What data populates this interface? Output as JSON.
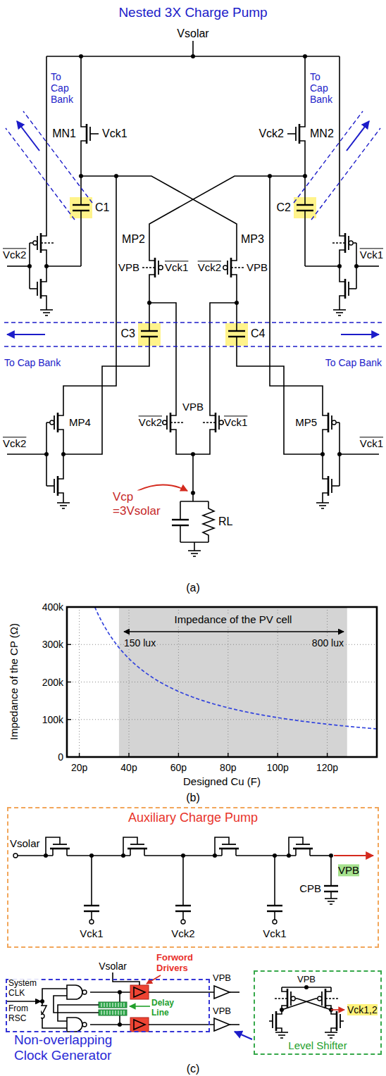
{
  "diagram": {
    "nodes": [
      {
        "text": [
          "Auxiliary Charge Pump"
        ]
      },
      {
        "text": [
          "Non-overlapping Clock Generator"
        ]
      },
      {
        "text": [
          "Level Shifter"
        ]
      }
    ],
    "labels": [
      "Nested 3X Charge Pump",
      "Vsolar",
      "MN1",
      "Vck1",
      "Vck2",
      "MN2",
      "To Cap Bank",
      "To Cap Bank",
      "C1",
      "C2",
      "Vck2",
      "Vck1",
      "MP2",
      "MP3",
      "VPB",
      "Vck1",
      "Vck2",
      "VPB",
      "To Cap Bank",
      "To Cap Bank",
      "C3",
      "C4",
      "MP4",
      "MP5",
      "VPB",
      "Vck2",
      "Vck1",
      "Vck2",
      "Vck1",
      "Vcp =3Vsolar",
      "RL",
      "(a)",
      "400k",
      "300k",
      "200k",
      "100k",
      "0",
      "20p",
      "40p",
      "60p",
      "80p",
      "100p",
      "120p",
      "Impedance of the CP (Ω)",
      "Designed Cu (F)",
      "Impedance of the PV cell",
      "150 lux",
      "800 lux",
      "(b)",
      "Vsolar",
      "VPB",
      "CPB",
      "Vck1",
      "Vck2",
      "Vck1",
      "Vsolar",
      "System CLK",
      "From RSC",
      "Forword Drivers",
      "Delay Line",
      "VPB",
      "VPB",
      "VPB",
      "Vck1,2",
      "(c)"
    ]
  }
}
